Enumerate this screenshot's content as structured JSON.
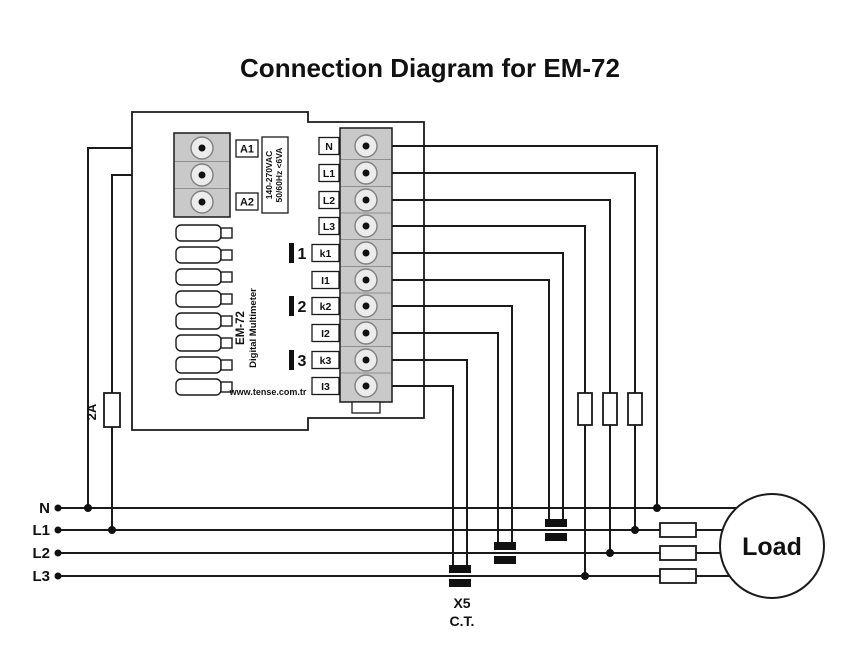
{
  "title": "Connection Diagram for EM-72",
  "device": {
    "name": "EM-72",
    "subtitle": "Digital Multimeter",
    "website": "www.tense.com.tr",
    "power_terminals": [
      "A1",
      "A2"
    ],
    "power_spec": [
      "140-270VAC",
      "50/60Hz <6VA"
    ],
    "terminal_labels": [
      "N",
      "L1",
      "L2",
      "L3",
      "k1",
      "I1",
      "k2",
      "I2",
      "k3",
      "I3"
    ],
    "ct_groups": [
      "1",
      "2",
      "3"
    ]
  },
  "supply": {
    "fuse_label": "2A",
    "phase_labels": [
      "N",
      "L1",
      "L2",
      "L3"
    ]
  },
  "ct": {
    "ratio": "X5",
    "label": "C.T."
  },
  "load": {
    "label": "Load"
  },
  "colors": {
    "line": "#1a1a1a",
    "terminal_block": "#c9c9c9",
    "screw": "#ececec",
    "background": "#ffffff"
  }
}
